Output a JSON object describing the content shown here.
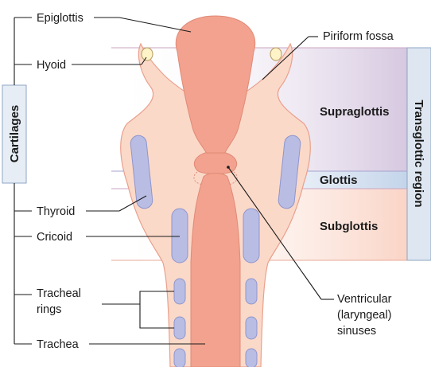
{
  "labels": {
    "epiglottis": "Epiglottis",
    "hyoid": "Hyoid",
    "cartilages": "Cartilages",
    "thyroid": "Thyroid",
    "cricoid": "Cricoid",
    "tracheal_rings_line1": "Tracheal",
    "tracheal_rings_line2": "rings",
    "trachea": "Trachea",
    "piriform_fossa": "Piriform fossa",
    "supraglottis": "Supraglottis",
    "glottis": "Glottis",
    "subglottis": "Subglottis",
    "transglottic_region": "Transglottic region",
    "ventricular_line1": "Ventricular",
    "ventricular_line2": "(laryngeal)",
    "ventricular_line3": "sinuses"
  },
  "colors": {
    "tissue": "#fbd9c9",
    "tissue_outline": "#e9a08c",
    "lumen": "#f2a28f",
    "cartilage": "#b9bde3",
    "cartilage_outline": "#8f95cc",
    "supraglottis_band": "#d9cde3",
    "glottis_band": "#c9d8ea",
    "subglottis_band": "#fbe0d6",
    "transglottic_bar": "#dde6f1",
    "cartilages_bar": "#e6edf5"
  }
}
